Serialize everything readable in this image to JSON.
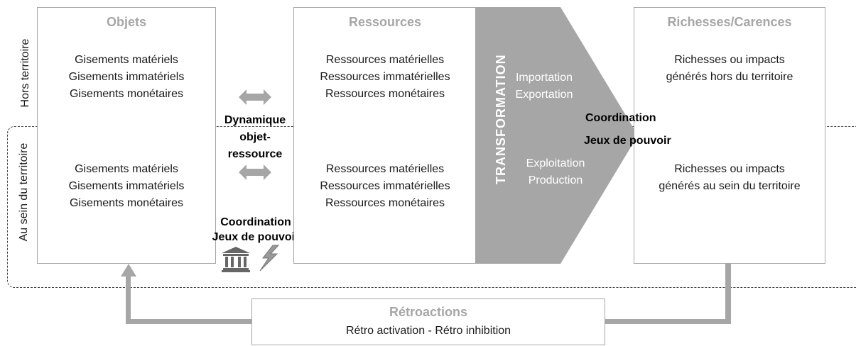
{
  "side_labels": {
    "hors_territoire": "Hors territoire",
    "au_sein_du_territoire": "Au sein du territoire"
  },
  "objets": {
    "title": "Objets",
    "hors": [
      "Gisements matériels",
      "Gisements immatériels",
      "Gisements monétaires"
    ],
    "au_sein": [
      "Gisements matériels",
      "Gisements immatériels",
      "Gisements monétaires"
    ]
  },
  "dynamique": {
    "line1": "Dynamique",
    "line2": "objet-",
    "line3": "ressource"
  },
  "coordination_left": {
    "line1": "Coordination",
    "line2": "Jeux de pouvoir"
  },
  "ressources": {
    "title": "Ressources",
    "hors": [
      "Ressources matérielles",
      "Ressources immatérielles",
      "Ressources monétaires"
    ],
    "au_sein": [
      "Ressources matérielles",
      "Ressources immatérielles",
      "Ressources monétaires"
    ]
  },
  "transformation": {
    "label": "TRANSFORMATION",
    "hors_line1": "Importation",
    "hors_line2": "Exportation",
    "au_sein_line1": "Exploitation",
    "au_sein_line2": "Production"
  },
  "coordination_right": {
    "line1": "Coordination",
    "line2": "Jeux de pouvoir"
  },
  "richesses": {
    "title": "Richesses/Carences",
    "hors_line1": "Richesses ou impacts",
    "hors_line2": "générés hors du territoire",
    "au_sein_line1": "Richesses ou impacts",
    "au_sein_line2": "générés au sein du territoire"
  },
  "retroactions": {
    "title": "Rétroactions",
    "subtitle": "Rétro activation - Rétro inhibition"
  },
  "colors": {
    "gray": "#a6a6a6",
    "dark": "#1a1a1a"
  },
  "icons": [
    "institution-icon",
    "lightning-icon",
    "double-arrow-icon"
  ]
}
